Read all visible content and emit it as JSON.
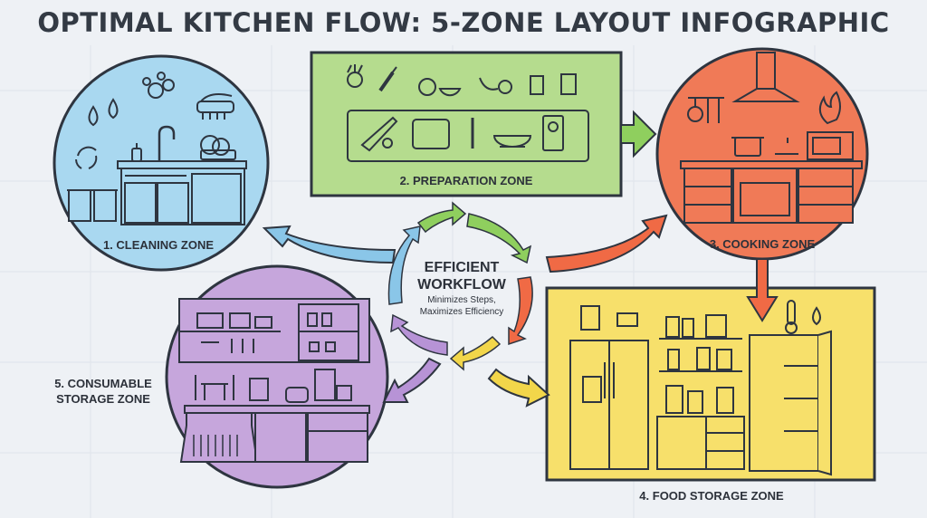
{
  "title": "OPTIMAL KITCHEN FLOW: 5-ZONE LAYOUT INFOGRAPHIC",
  "center": {
    "title_line1": "EFFICIENT",
    "title_line2": "WORKFLOW",
    "subtitle_line1": "Minimizes Steps,",
    "subtitle_line2": "Maximizes Efficiency"
  },
  "zones": {
    "cleaning": {
      "label": "1. CLEANING ZONE",
      "color": "#a9d8f0"
    },
    "preparation": {
      "label": "2. PREPARATION ZONE",
      "color": "#b5dc8e"
    },
    "cooking": {
      "label": "3. COOKING ZONE",
      "color": "#f07a57"
    },
    "food_storage": {
      "label": "4. FOOD STORAGE ZONE",
      "color": "#f7e06b"
    },
    "consumable": {
      "label_line1": "5. CONSUMABLE",
      "label_line2": "STORAGE ZONE",
      "color": "#c6a6dc"
    }
  },
  "arrow_colors": {
    "green": "#8fcf5e",
    "orange": "#f06a45",
    "yellow": "#f2d64a",
    "purple": "#b793d6",
    "blue": "#8ac6e8"
  }
}
